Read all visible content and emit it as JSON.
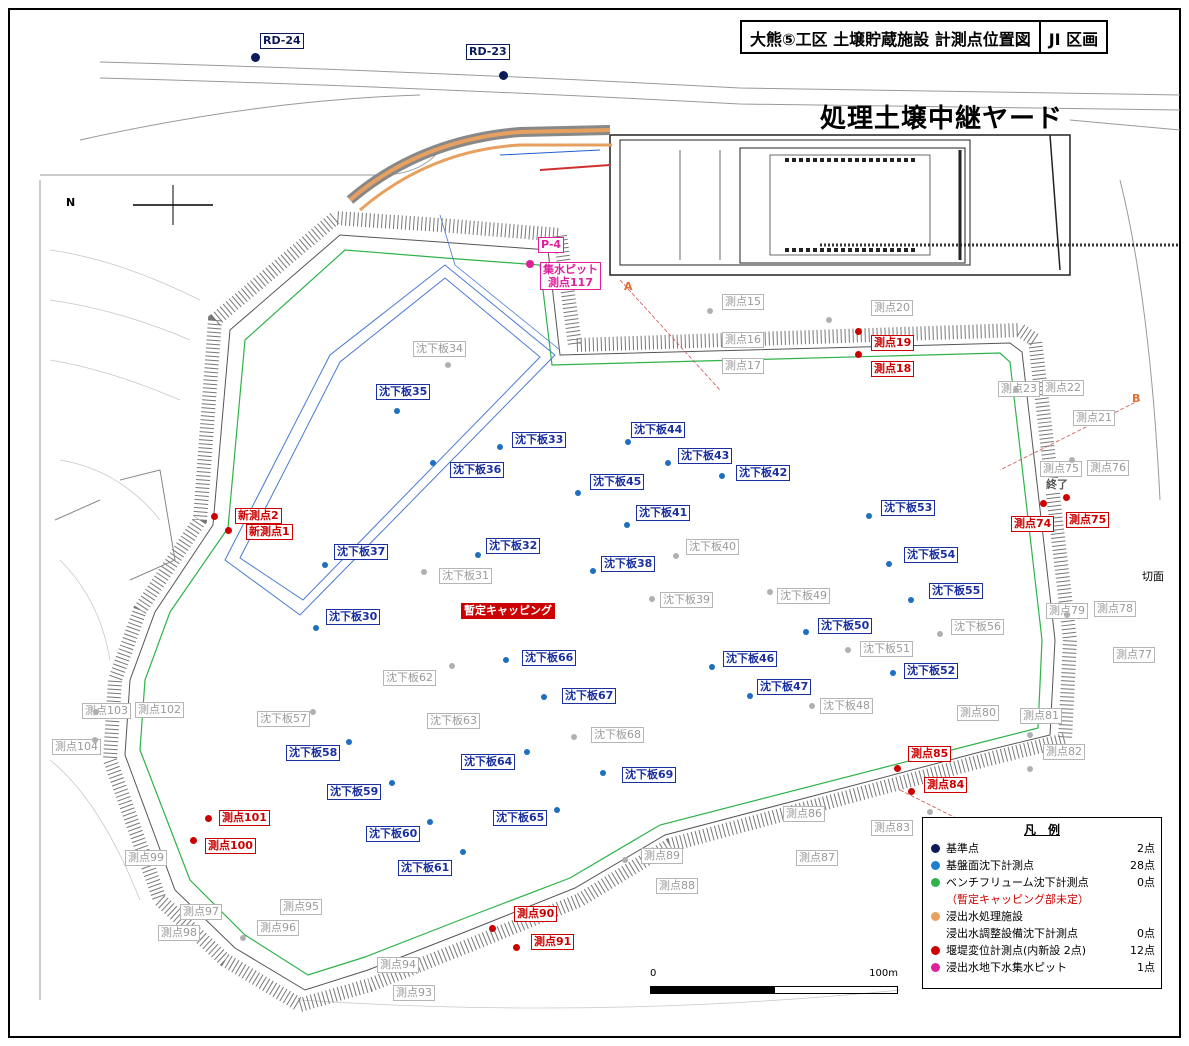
{
  "title": {
    "main": "大熊⑤工区 土壌貯蔵施設 計測点位置図",
    "section": "JI 区画"
  },
  "yard_label": "処理土壌中継ヤード",
  "compass_label": "N",
  "misc_labels": {
    "kirido": "切面",
    "shuryo": "終了",
    "b": "B",
    "a": "A"
  },
  "scale": {
    "start": "0",
    "end": "100m"
  },
  "colors": {
    "navy": "#0a1a5a",
    "blue": "#1565c0",
    "green": "#2db34a",
    "orange": "#e8a060",
    "red": "#cc0000",
    "pink": "#e0209a",
    "gray": "#b0b0b0"
  },
  "legend": {
    "header": "凡　例",
    "items": [
      {
        "color": "#0a1a5a",
        "text": "基準点",
        "count": "2点"
      },
      {
        "color": "#1e7fd0",
        "text": "基盤面沈下計測点",
        "count": "28点"
      },
      {
        "color": "#2db34a",
        "text": "ベンチフリューム沈下計測点",
        "count": "0点"
      },
      {
        "color": "",
        "text": "（暫定キャッピング部未定）",
        "count": ""
      },
      {
        "color": "#e8a060",
        "text": "浸出水処理施設",
        "count": ""
      },
      {
        "color": "",
        "text": "浸出水調整設備沈下計測点",
        "count": "0点"
      },
      {
        "color": "#cc0000",
        "text": "堰堤変位計測点(内新設 2点)",
        "count": "12点"
      },
      {
        "color": "#e0209a",
        "text": "浸出水地下水集水ピット",
        "count": "1点"
      }
    ]
  },
  "reference_points": [
    {
      "label": "RD-24"
    },
    {
      "label": "RD-23"
    }
  ],
  "pit": {
    "id": "P-4",
    "name": "集水ピット",
    "point": "測点117"
  },
  "capping_label": "暫定キャッピング",
  "settlement_active": [
    "沈下板35",
    "沈下板33",
    "沈下板36",
    "沈下板44",
    "沈下板43",
    "沈下板42",
    "沈下板45",
    "沈下板41",
    "沈下板32",
    "沈下板37",
    "沈下板38",
    "沈下板53",
    "沈下板54",
    "沈下板55",
    "沈下板30",
    "沈下板50",
    "沈下板66",
    "沈下板46",
    "沈下板52",
    "沈下板67",
    "沈下板47",
    "沈下板58",
    "沈下板64",
    "沈下板69",
    "沈下板59",
    "沈下板65",
    "沈下板60",
    "沈下板61"
  ],
  "settlement_inactive": [
    "沈下板34",
    "沈下板40",
    "沈下板31",
    "沈下板39",
    "沈下板49",
    "沈下板56",
    "沈下板51",
    "沈下板62",
    "沈下板48",
    "沈下板57",
    "沈下板63",
    "沈下板68"
  ],
  "displacement_points": [
    "新測点2",
    "新測点1",
    "測点19",
    "測点18",
    "測点74",
    "測点75",
    "測点85",
    "測点84",
    "測点101",
    "測点100",
    "測点90",
    "測点91"
  ],
  "survey_points_gray": [
    "測点15",
    "測点16",
    "測点17",
    "測点20",
    "測点23",
    "測点22",
    "測点21",
    "測点75",
    "測点76",
    "測点79",
    "測点78",
    "測点77",
    "測点80",
    "測点81",
    "測点82",
    "測点83",
    "測点86",
    "測点87",
    "測点89",
    "測点88",
    "測点99",
    "測点97",
    "測点98",
    "測点95",
    "測点96",
    "測点94",
    "測点93",
    "測点103",
    "測点102",
    "測点104"
  ]
}
